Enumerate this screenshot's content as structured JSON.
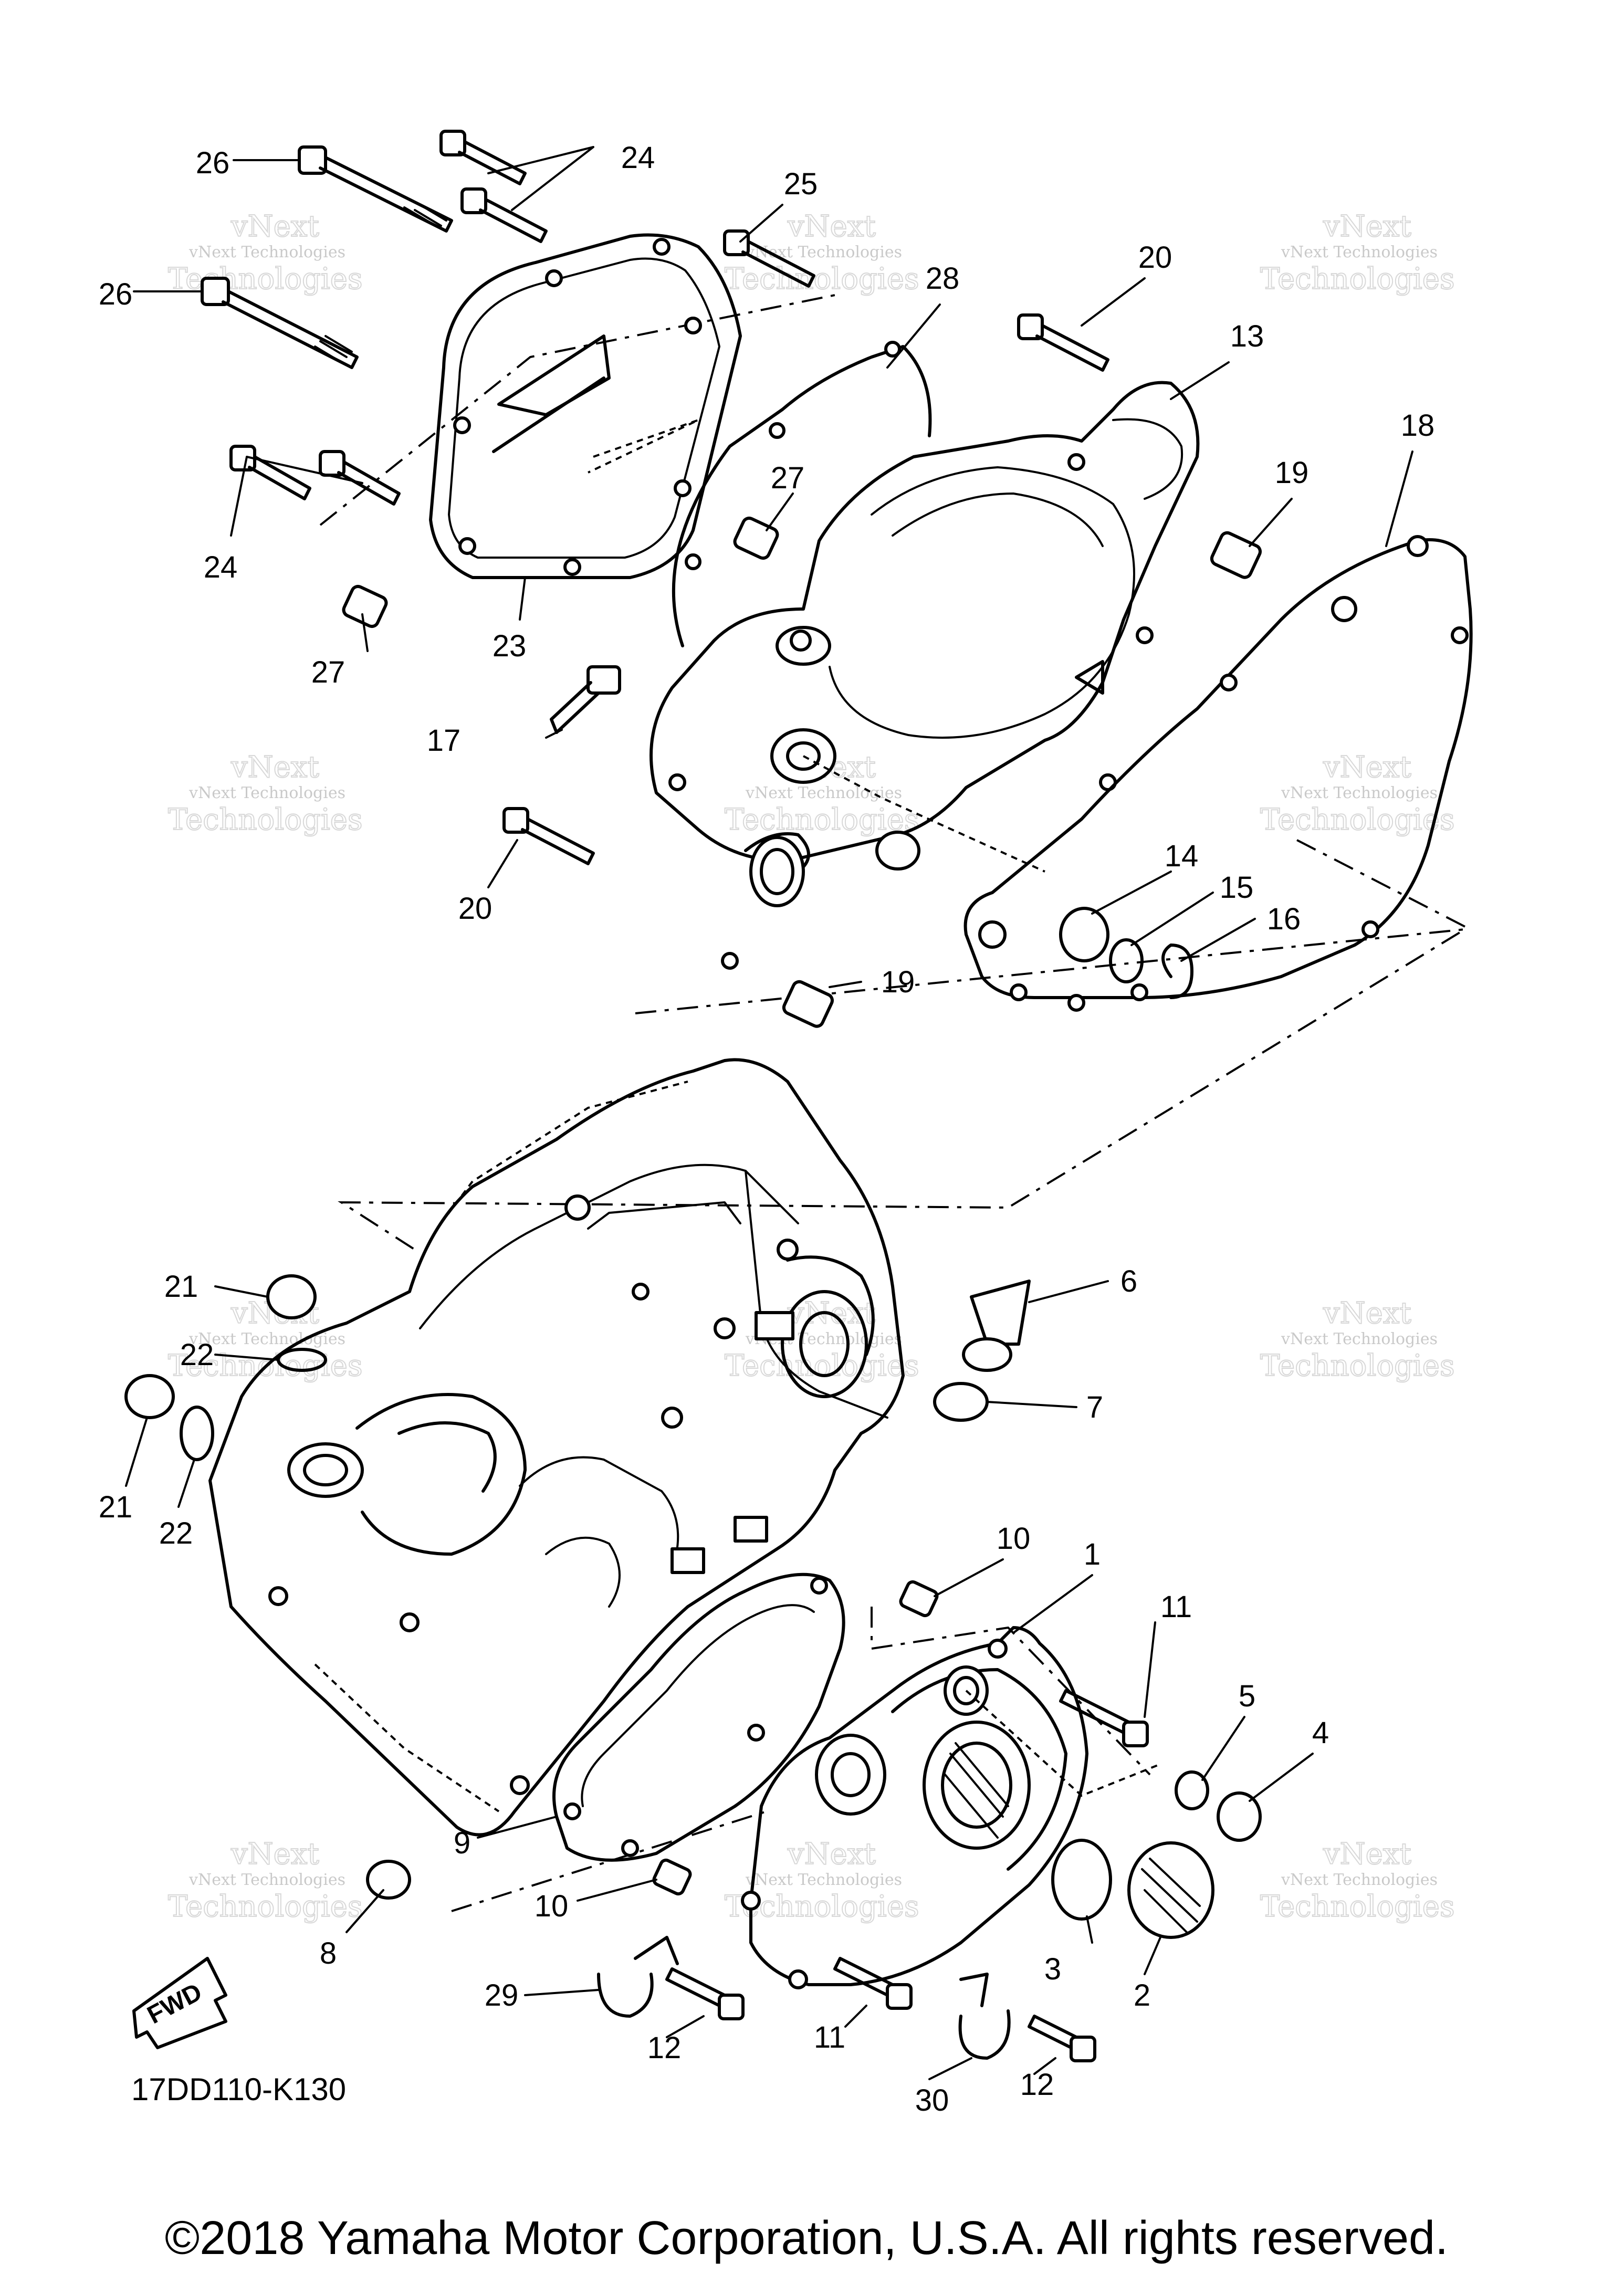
{
  "diagram": {
    "callouts": [
      "1",
      "2",
      "3",
      "4",
      "5",
      "6",
      "7",
      "8",
      "9",
      "10",
      "10",
      "11",
      "11",
      "12",
      "12",
      "13",
      "14",
      "15",
      "16",
      "17",
      "18",
      "19",
      "19",
      "20",
      "20",
      "21",
      "21",
      "22",
      "22",
      "23",
      "24",
      "24",
      "25",
      "26",
      "26",
      "27",
      "27",
      "28",
      "29",
      "30"
    ],
    "fwd_label": "FWD",
    "diagram_code": "17DD110-K130",
    "copyright": "©2018 Yamaha Motor Corporation, U.S.A. All rights reserved.",
    "watermark": {
      "line1": "vNext",
      "line2": "vNext Technologies",
      "line3": "Technologies"
    }
  }
}
